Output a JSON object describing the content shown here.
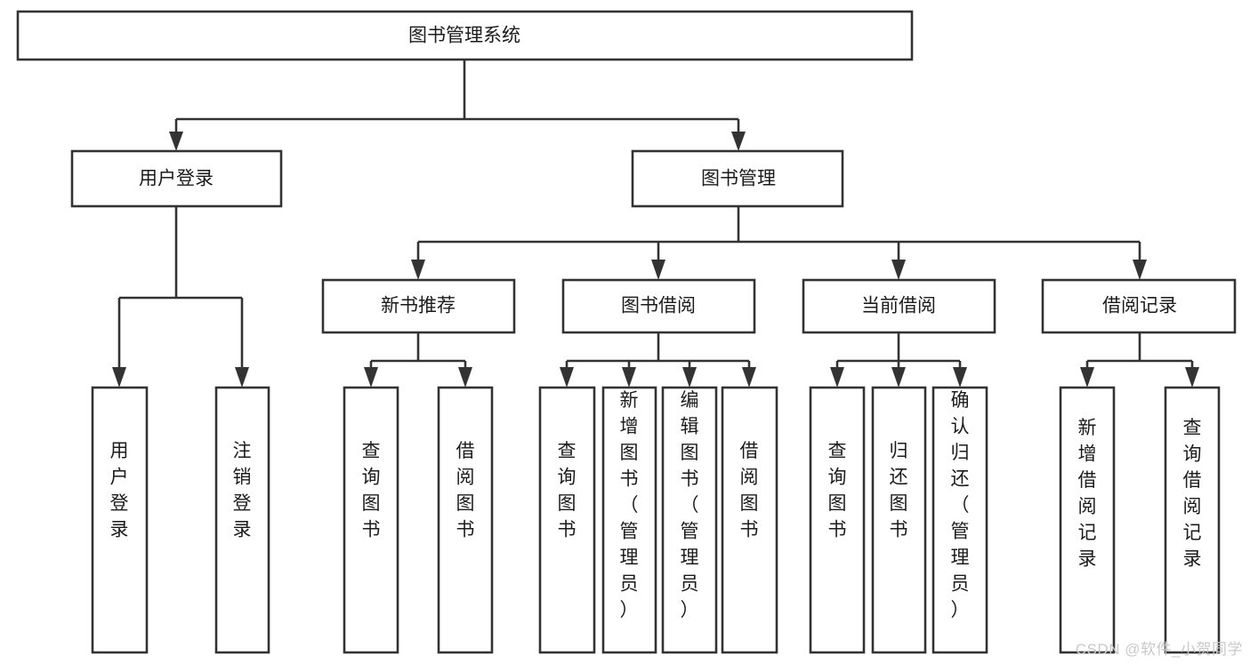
{
  "diagram": {
    "type": "tree-hierarchy-chart",
    "title": "图书管理系统",
    "watermark": "CSDN @软件_小贺同学",
    "colors": {
      "box_stroke": "#333333",
      "box_fill": "#ffffff",
      "text": "#1b1b1b",
      "background": "#ffffff",
      "watermark": "#c9c9c9"
    },
    "root": {
      "id": "root",
      "label": "图书管理系统",
      "orientation": "horizontal"
    },
    "level2": [
      {
        "id": "user-login",
        "label": "用户登录",
        "orientation": "horizontal"
      },
      {
        "id": "book-management",
        "label": "图书管理",
        "orientation": "horizontal"
      }
    ],
    "level3": [
      {
        "id": "new-book-recommend",
        "label": "新书推荐",
        "orientation": "horizontal",
        "parent": "book-management"
      },
      {
        "id": "book-borrow",
        "label": "图书借阅",
        "orientation": "horizontal",
        "parent": "book-management"
      },
      {
        "id": "current-borrow",
        "label": "当前借阅",
        "orientation": "horizontal",
        "parent": "book-management"
      },
      {
        "id": "borrow-record",
        "label": "借阅记录",
        "orientation": "horizontal",
        "parent": "book-management"
      }
    ],
    "leaves": [
      {
        "id": "leaf-user-login",
        "label": "用户登录",
        "orientation": "vertical",
        "parent": "user-login"
      },
      {
        "id": "leaf-logout",
        "label": "注销登录",
        "orientation": "vertical",
        "parent": "user-login"
      },
      {
        "id": "leaf-query-book-1",
        "label": "查询图书",
        "orientation": "vertical",
        "parent": "new-book-recommend"
      },
      {
        "id": "leaf-borrow-book-1",
        "label": "借阅图书",
        "orientation": "vertical",
        "parent": "new-book-recommend"
      },
      {
        "id": "leaf-query-book-2",
        "label": "查询图书",
        "orientation": "vertical",
        "parent": "book-borrow"
      },
      {
        "id": "leaf-add-book",
        "label": "新增图书（管理员）",
        "orientation": "vertical",
        "parent": "book-borrow"
      },
      {
        "id": "leaf-edit-book",
        "label": "编辑图书（管理员）",
        "orientation": "vertical",
        "parent": "book-borrow"
      },
      {
        "id": "leaf-borrow-book-2",
        "label": "借阅图书",
        "orientation": "vertical",
        "parent": "book-borrow"
      },
      {
        "id": "leaf-query-book-3",
        "label": "查询图书",
        "orientation": "vertical",
        "parent": "current-borrow"
      },
      {
        "id": "leaf-return-book",
        "label": "归还图书",
        "orientation": "vertical",
        "parent": "current-borrow"
      },
      {
        "id": "leaf-confirm-return",
        "label": "确认归还（管理员）",
        "orientation": "vertical",
        "parent": "current-borrow"
      },
      {
        "id": "leaf-add-record",
        "label": "新增借阅记录",
        "orientation": "vertical",
        "parent": "borrow-record"
      },
      {
        "id": "leaf-query-record",
        "label": "查询借阅记录",
        "orientation": "vertical",
        "parent": "borrow-record"
      }
    ]
  }
}
